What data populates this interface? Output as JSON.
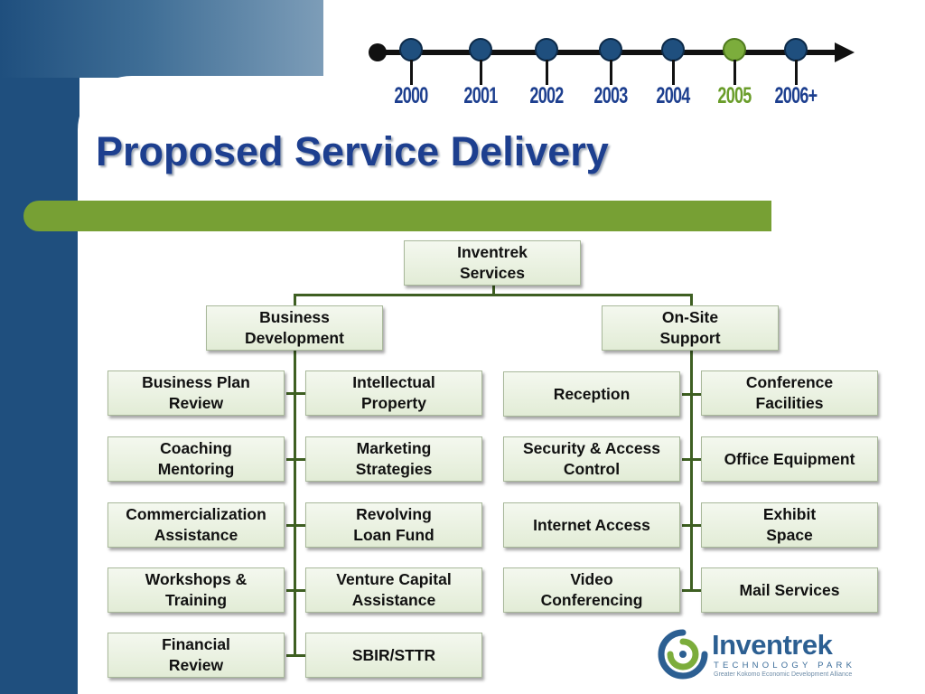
{
  "slide": {
    "title": "Proposed Service Delivery"
  },
  "timeline": {
    "years": [
      {
        "label": "2000",
        "active": false
      },
      {
        "label": "2001",
        "active": false
      },
      {
        "label": "2002",
        "active": false
      },
      {
        "label": "2003",
        "active": false
      },
      {
        "label": "2004",
        "active": false
      },
      {
        "label": "2005",
        "active": true
      },
      {
        "label": "2006+",
        "active": false
      }
    ],
    "node_color": "#1f4f7e",
    "active_color": "#7cad3c"
  },
  "org_chart": {
    "root": "Inventrek\nServices",
    "branches": [
      {
        "label": "Business\nDevelopment",
        "left_items": [
          "Business Plan\nReview",
          "Coaching\nMentoring",
          "Commercialization\nAssistance",
          "Workshops &\nTraining",
          "Financial\nReview"
        ],
        "right_items": [
          "Intellectual\nProperty",
          "Marketing\nStrategies",
          "Revolving\nLoan Fund",
          "Venture Capital\nAssistance",
          "SBIR/STTR"
        ]
      },
      {
        "label": "On-Site\nSupport",
        "left_items": [
          "Reception",
          "Security & Access\nControl",
          "Internet Access",
          "Video\nConferencing"
        ],
        "right_items": [
          "Conference\nFacilities",
          "Office Equipment",
          "Exhibit\nSpace",
          "Mail Services"
        ]
      }
    ]
  },
  "logo": {
    "name": "Inventrek",
    "subtitle": "TECHNOLOGY PARK",
    "tagline": "Greater Kokomo Economic Development Alliance"
  },
  "colors": {
    "brand_blue": "#1f4f7e",
    "accent_green": "#77a034",
    "title_blue": "#1d3f8f"
  }
}
